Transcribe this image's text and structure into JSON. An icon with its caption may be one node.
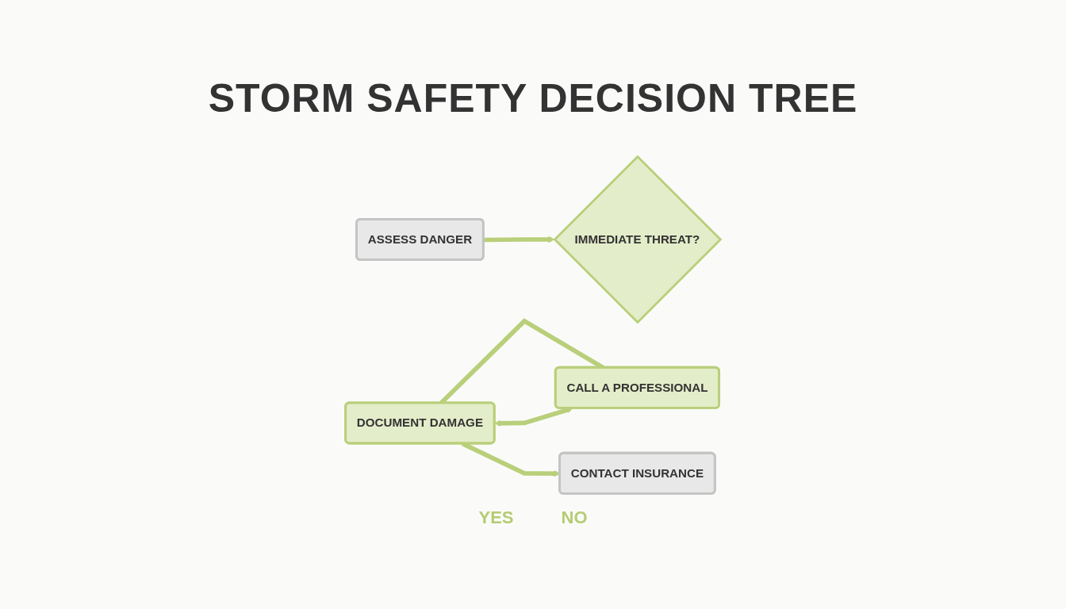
{
  "diagram": {
    "title": "STORM SAFETY DECISION TREE",
    "nodes": [
      {
        "text": [
          "ASSESS DANGER"
        ]
      },
      {
        "text": [
          "IMMEDIATE THREAT?"
        ]
      },
      {
        "text": [
          "DOCUMENT DAMAGE"
        ]
      },
      {
        "text": [
          "CALL A PROFESSIONAL"
        ]
      },
      {
        "text": [
          "CONTACT INSURANCE"
        ]
      }
    ],
    "edges": [
      {
        "from": 0,
        "to": 1,
        "arrow": "to"
      },
      {
        "from": 3,
        "to": 2,
        "arrow": "both"
      },
      {
        "from": 2,
        "to": 3,
        "arrow": "none"
      },
      {
        "from": 2,
        "to": 4,
        "arrow": "to"
      }
    ],
    "labels": [
      "YES",
      "NO"
    ]
  }
}
